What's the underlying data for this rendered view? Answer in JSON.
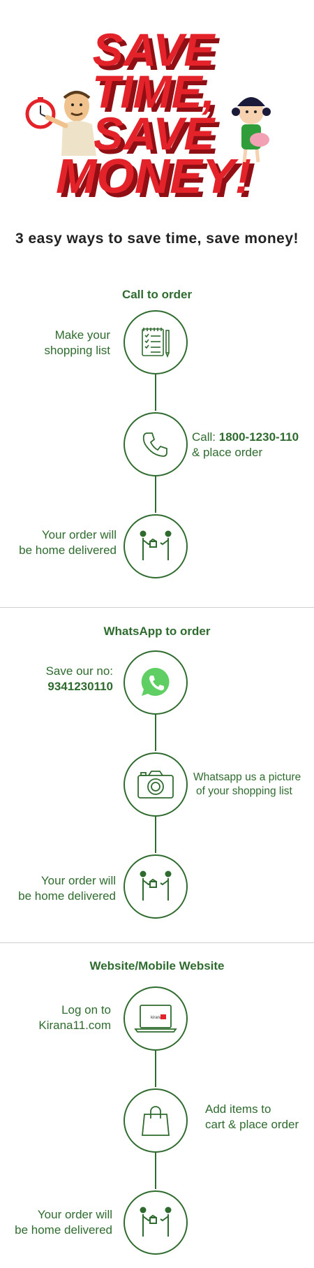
{
  "hero": {
    "headline_lines": [
      "SAVE",
      "TIME,",
      "SAVE",
      "MONEY!"
    ],
    "colors": {
      "red": "#e32229",
      "dark_red": "#8f0f14"
    }
  },
  "tagline": "3 easy ways to save time, save money!",
  "sections": {
    "call": {
      "title": "Call to order",
      "step1_line1": "Make your",
      "step1_line2": "shopping list",
      "step2_prefix": "Call: ",
      "step2_phone": "1800-1230-110",
      "step2_line2": "& place order",
      "step3_line1": "Your order will",
      "step3_line2": "be home delivered"
    },
    "whatsapp": {
      "title": "WhatsApp to order",
      "step1_line1": "Save our no:",
      "step1_number": "9341230110",
      "step2_line1": "Whatsapp us a picture",
      "step2_line2": "of your shopping list",
      "step3_line1": "Your order will",
      "step3_line2": "be home delivered"
    },
    "website": {
      "title": "Website/Mobile Website",
      "step1_line1": "Log on to",
      "step1_line2": "Kirana11.com",
      "laptop_logo": "kirana11",
      "step2_line1": "Add items to",
      "step2_line2": "cart & place order",
      "step3_line1": "Your order will",
      "step3_line2": "be home delivered"
    }
  },
  "colors": {
    "green": "#2f6b2f",
    "whatsapp_green": "#5fcf63",
    "divider": "#cfcfcf"
  }
}
